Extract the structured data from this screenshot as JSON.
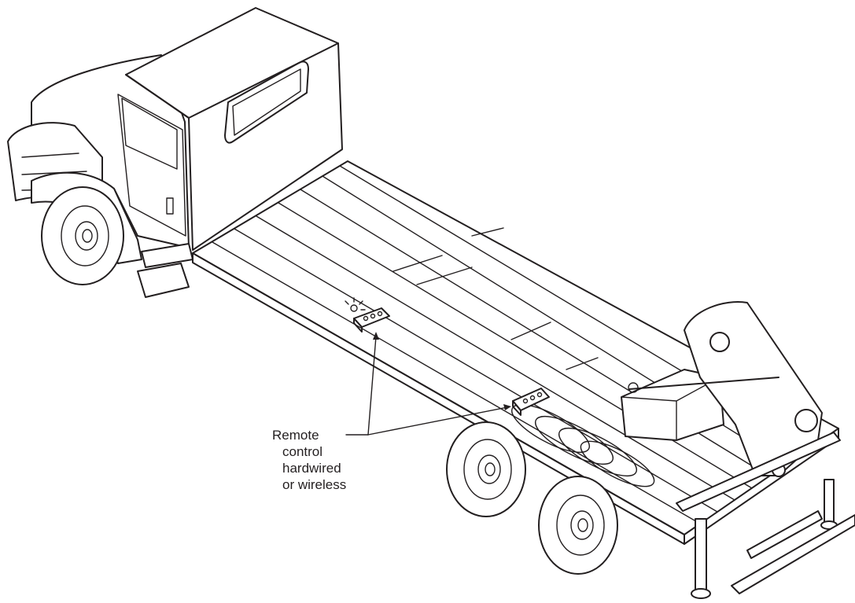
{
  "callout": {
    "line1": "Remote",
    "line2": "control",
    "line3": "hardwired",
    "line4": "or wireless"
  },
  "colors": {
    "ink": "#231f20",
    "paper": "#ffffff"
  }
}
